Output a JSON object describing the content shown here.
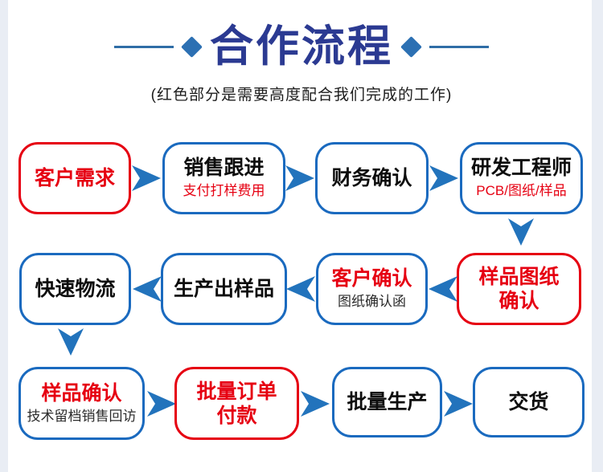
{
  "header": {
    "title": "合作流程",
    "subtitle": "(红色部分是需要高度配合我们完成的工作)"
  },
  "colors": {
    "title_blue": "#2b3a92",
    "box_border_blue": "#1a6abf",
    "box_border_red": "#e60012",
    "highlight_red": "#e60012",
    "arrow_blue": "#2273bc",
    "edge_strip": "#e9edf4"
  },
  "icons": {
    "flow_arrow": "notched-triangle",
    "title_diamond": "◆",
    "title_line": "—"
  },
  "flow": {
    "nodes": [
      {
        "title": "客户需求"
      },
      {
        "title": "销售跟进",
        "sub": "支付打样费用"
      },
      {
        "title": "财务确认"
      },
      {
        "title": "研发工程师",
        "sub": "PCB/图纸/样品"
      },
      {
        "title": "样品图纸\n确认"
      },
      {
        "title": "客户确认",
        "sub": "图纸确认函"
      },
      {
        "title": "生产出样品"
      },
      {
        "title": "快速物流"
      },
      {
        "title": "样品确认",
        "sub": "技术留档销售回访"
      },
      {
        "title": "批量订单\n付款"
      },
      {
        "title": "批量生产"
      },
      {
        "title": "交货"
      }
    ]
  }
}
